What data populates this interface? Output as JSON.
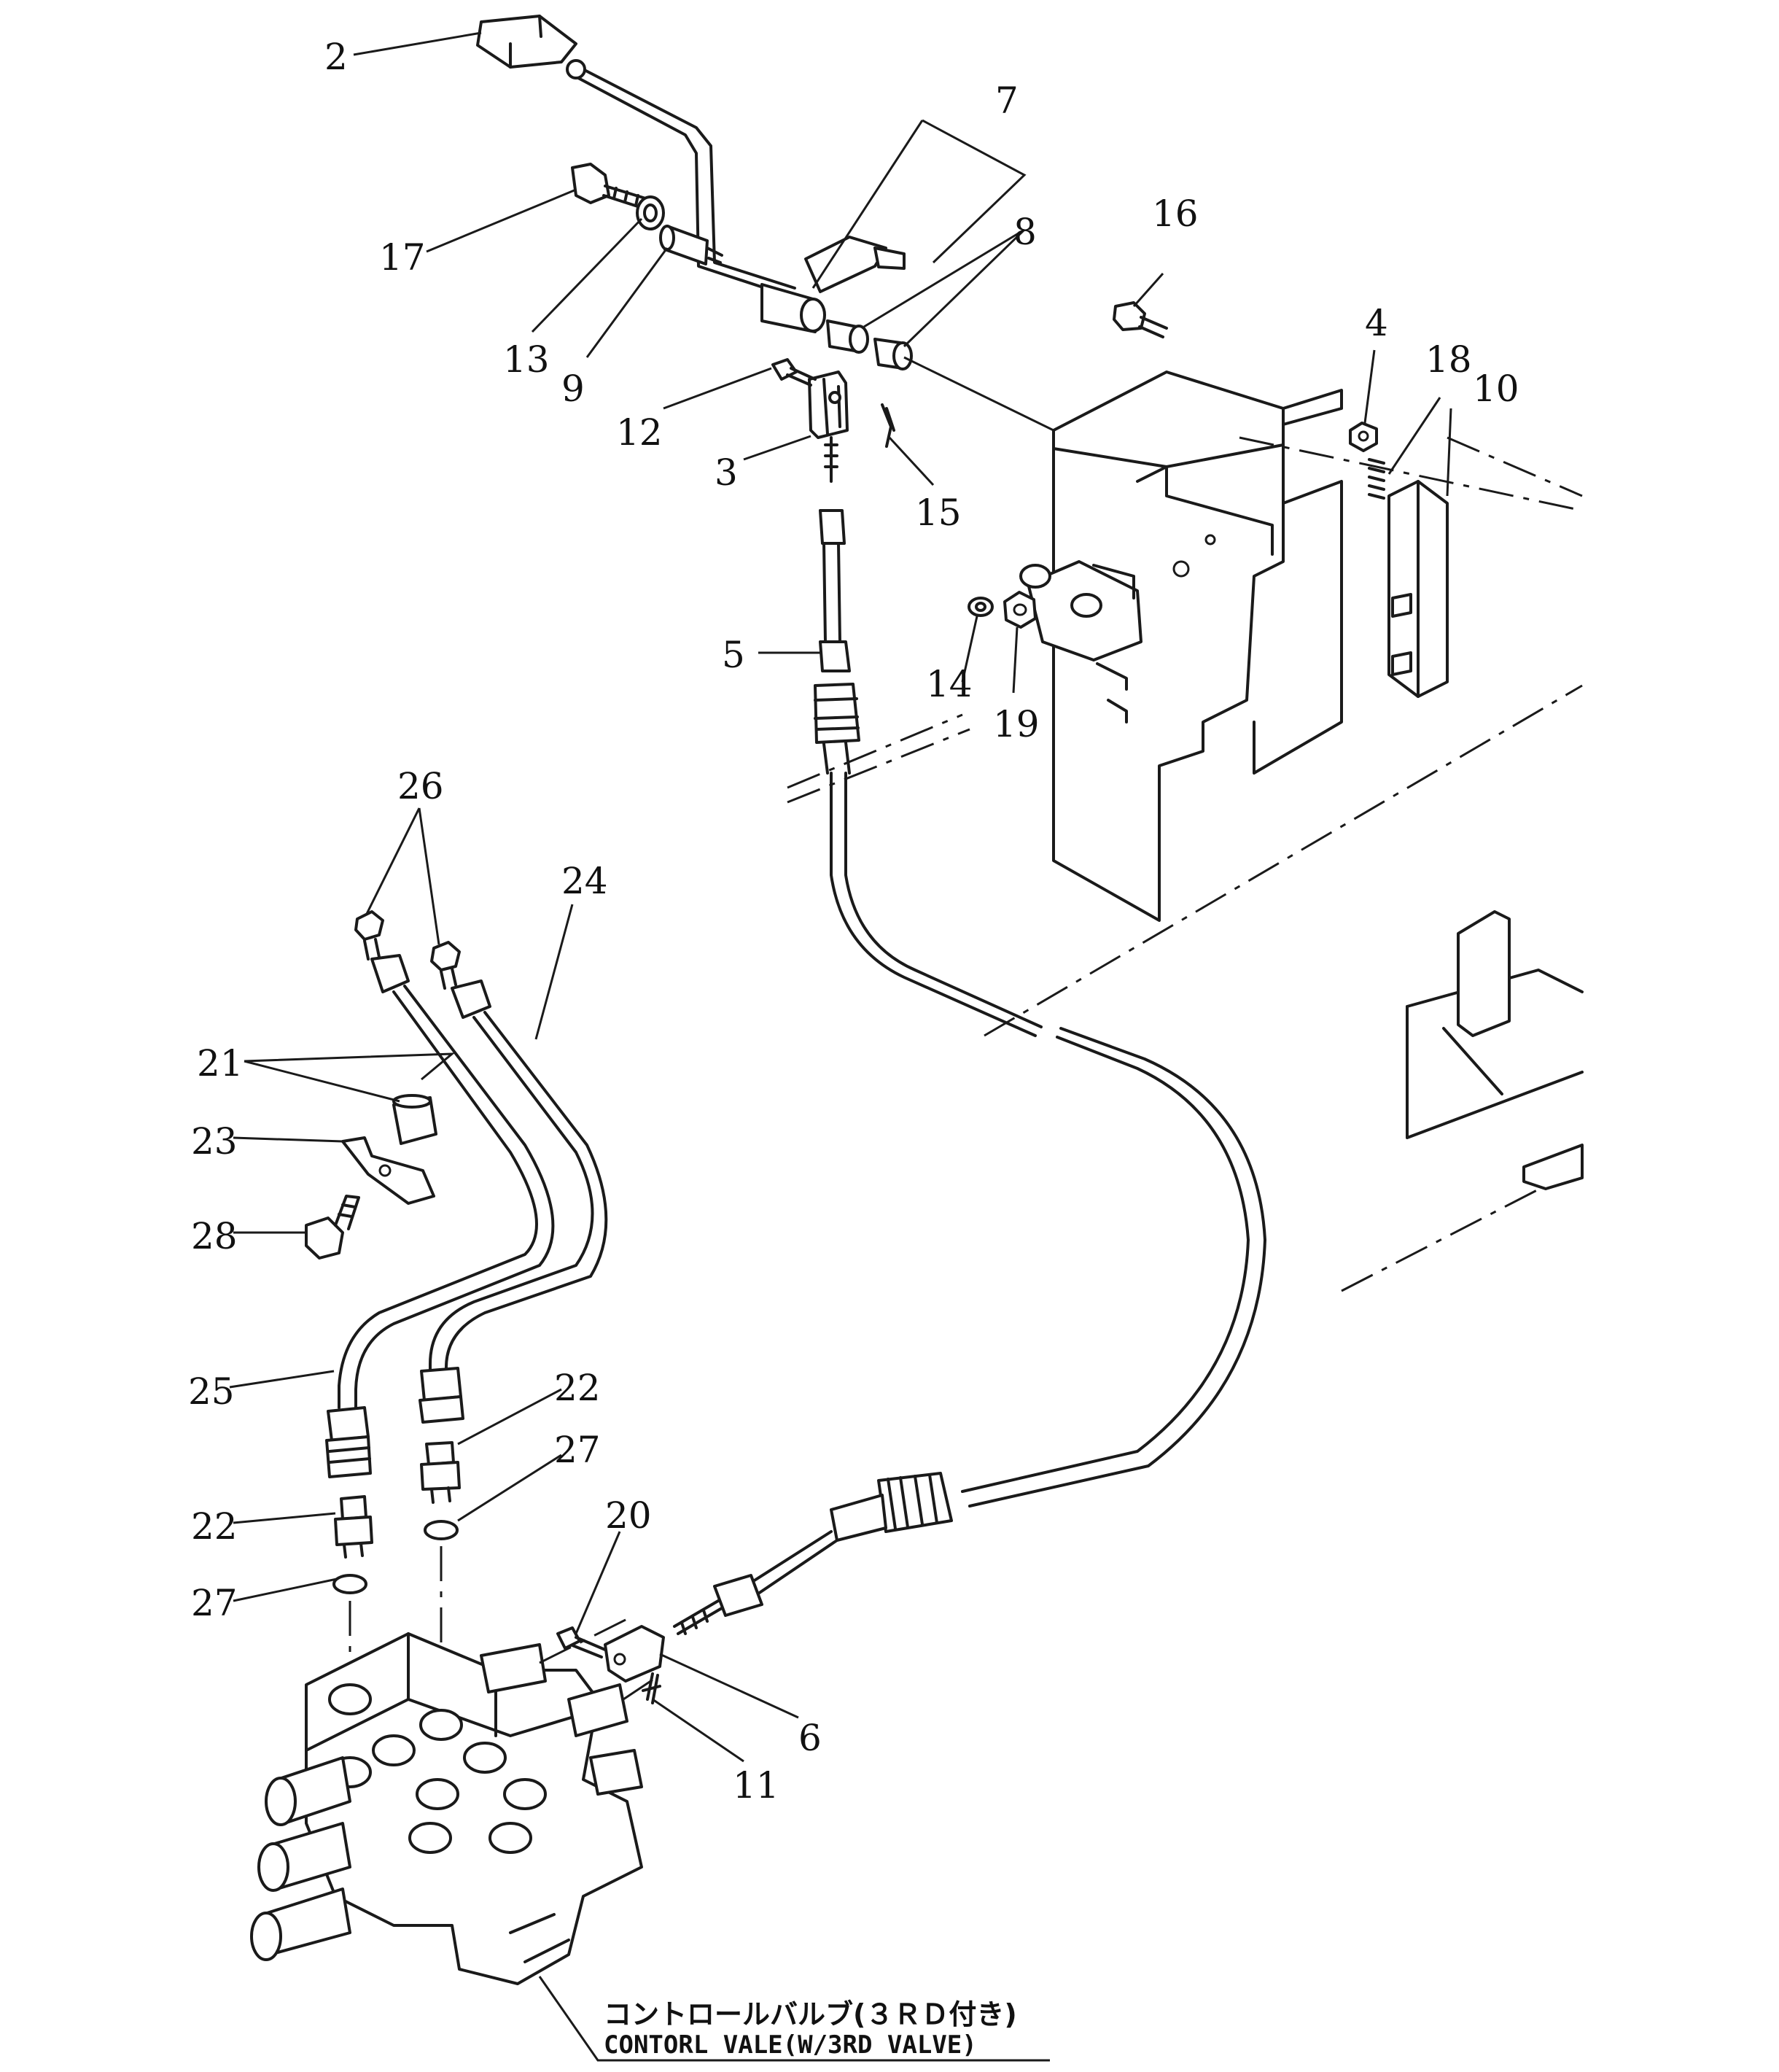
{
  "callouts": [
    {
      "id": "c2",
      "text": "2"
    },
    {
      "id": "c7",
      "text": "7"
    },
    {
      "id": "c8",
      "text": "8"
    },
    {
      "id": "c16",
      "text": "16"
    },
    {
      "id": "c17",
      "text": "17"
    },
    {
      "id": "c13",
      "text": "13"
    },
    {
      "id": "c9",
      "text": "9"
    },
    {
      "id": "c4",
      "text": "4"
    },
    {
      "id": "c18",
      "text": "18"
    },
    {
      "id": "c10",
      "text": "10"
    },
    {
      "id": "c12",
      "text": "12"
    },
    {
      "id": "c3",
      "text": "3"
    },
    {
      "id": "c15",
      "text": "15"
    },
    {
      "id": "c5",
      "text": "5"
    },
    {
      "id": "c14",
      "text": "14"
    },
    {
      "id": "c19",
      "text": "19"
    },
    {
      "id": "c26",
      "text": "26"
    },
    {
      "id": "c24",
      "text": "24"
    },
    {
      "id": "c21",
      "text": "21"
    },
    {
      "id": "c23",
      "text": "23"
    },
    {
      "id": "c28",
      "text": "28"
    },
    {
      "id": "c25",
      "text": "25"
    },
    {
      "id": "c22a",
      "text": "22"
    },
    {
      "id": "c27a",
      "text": "27"
    },
    {
      "id": "c22b",
      "text": "22"
    },
    {
      "id": "c27b",
      "text": "27"
    },
    {
      "id": "c20",
      "text": "20"
    },
    {
      "id": "c6",
      "text": "6"
    },
    {
      "id": "c11",
      "text": "11"
    }
  ],
  "caption": {
    "japanese": "コントロールバルブ(３ＲＤ付き)",
    "english": "CONTORL VALE(W/3RD VALVE)"
  }
}
